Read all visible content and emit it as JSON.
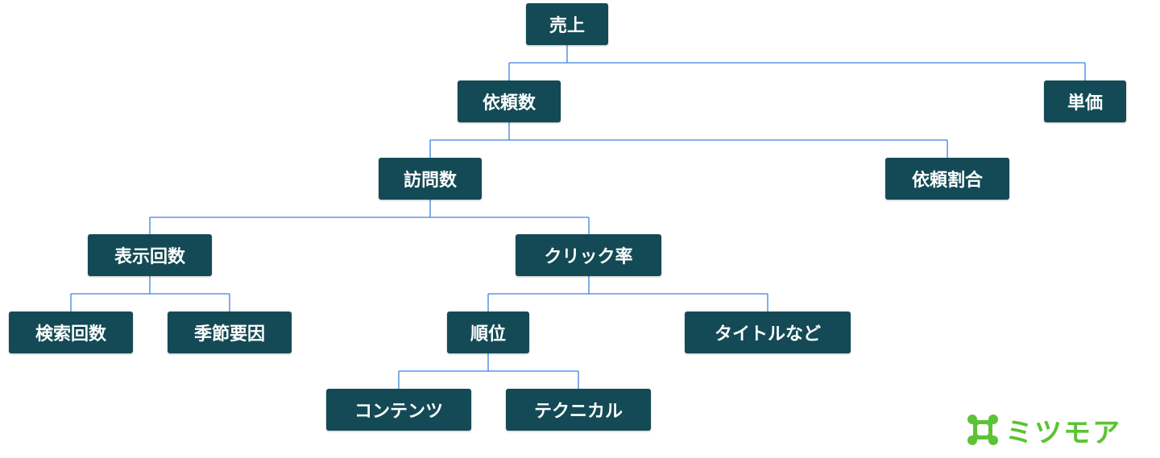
{
  "nodes": {
    "uriage": "売上",
    "iraisu": "依頼数",
    "tanka": "単価",
    "houmon": "訪問数",
    "iraiwari": "依頼割合",
    "hyouji": "表示回数",
    "click": "クリック率",
    "kensaku": "検索回数",
    "kisetsu": "季節要因",
    "juni": "順位",
    "title": "タイトルなど",
    "content": "コンテンツ",
    "technical": "テクニカル"
  },
  "logo": {
    "text": "ミツモア",
    "icon": "mitsumore-logo-icon",
    "color": "#5cc335"
  },
  "colors": {
    "node_fill": "#134a55",
    "node_text": "#ffffff",
    "connector": "#3b82e0"
  }
}
